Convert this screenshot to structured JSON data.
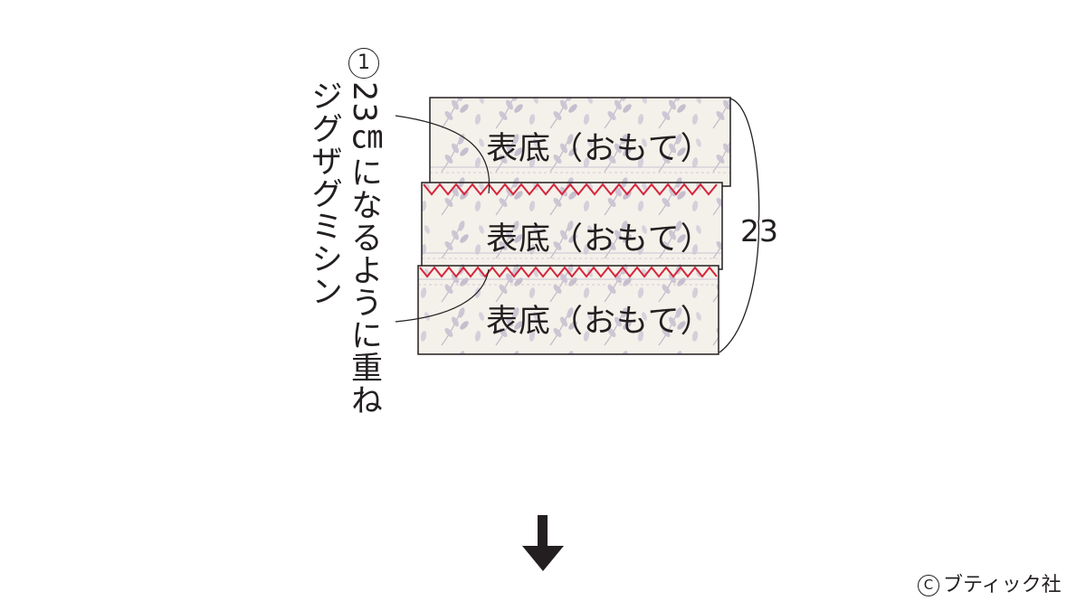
{
  "step_number": "1",
  "instruction_line1": "23㎝になるように重ね",
  "instruction_line2": "ジグザグミシン",
  "panels": [
    {
      "label": "表底（おもて）"
    },
    {
      "label": "表底（おもて）"
    },
    {
      "label": "表底（おもて）"
    }
  ],
  "dimension": "23",
  "copyright": "ブティック社",
  "icons": {
    "flow": "arrow-down-icon",
    "copyright": "copyright-icon"
  },
  "colors": {
    "fabric": "#f4f1ea",
    "pattern": "#a79fb5",
    "zigzag": "#d7263d",
    "line": "#231f20"
  }
}
